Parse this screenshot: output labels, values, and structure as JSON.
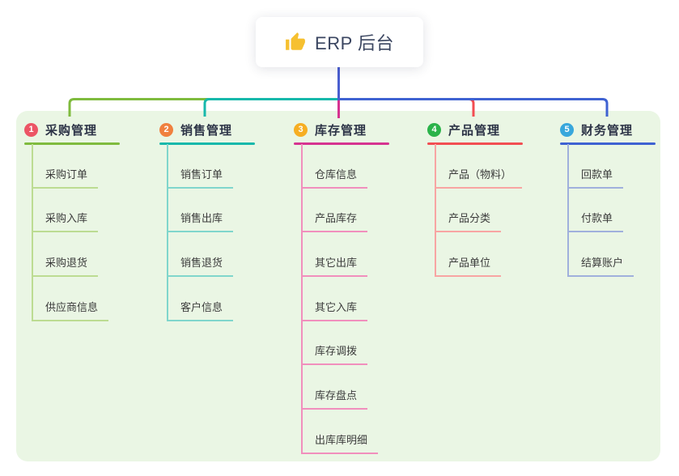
{
  "root": {
    "icon": "thumbs-up-icon",
    "title": "ERP 后台"
  },
  "colors": {
    "panel_background": "#eaf6e4",
    "trunk_blue": "#4a5ed0",
    "branch_1": {
      "line": "#7fbb3e",
      "child_line": "#bcdc92",
      "badge": "#ec5565"
    },
    "branch_2": {
      "line": "#17b8ab",
      "child_line": "#80d6cc",
      "badge": "#f0803e"
    },
    "branch_3": {
      "line": "#d63390",
      "child_line": "#f18fbd",
      "badge": "#f6ae22"
    },
    "branch_4": {
      "line": "#f24d52",
      "child_line": "#f8a5a3",
      "badge": "#2bb34a"
    },
    "branch_5": {
      "line": "#3f62d2",
      "child_line": "#a0b0dc",
      "badge": "#38a7dc"
    }
  },
  "branches": [
    {
      "badge": "1",
      "title": "采购管理",
      "children": [
        "采购订单",
        "采购入库",
        "采购退货",
        "供应商信息"
      ]
    },
    {
      "badge": "2",
      "title": "销售管理",
      "children": [
        "销售订单",
        "销售出库",
        "销售退货",
        "客户信息"
      ]
    },
    {
      "badge": "3",
      "title": "库存管理",
      "children": [
        "仓库信息",
        "产品库存",
        "其它出库",
        "其它入库",
        "库存调拨",
        "库存盘点",
        "出库库明细"
      ]
    },
    {
      "badge": "4",
      "title": "产品管理",
      "children": [
        "产品（物料）",
        "产品分类",
        "产品单位"
      ]
    },
    {
      "badge": "5",
      "title": "财务管理",
      "children": [
        "回款单",
        "付款单",
        "结算账户"
      ]
    }
  ]
}
